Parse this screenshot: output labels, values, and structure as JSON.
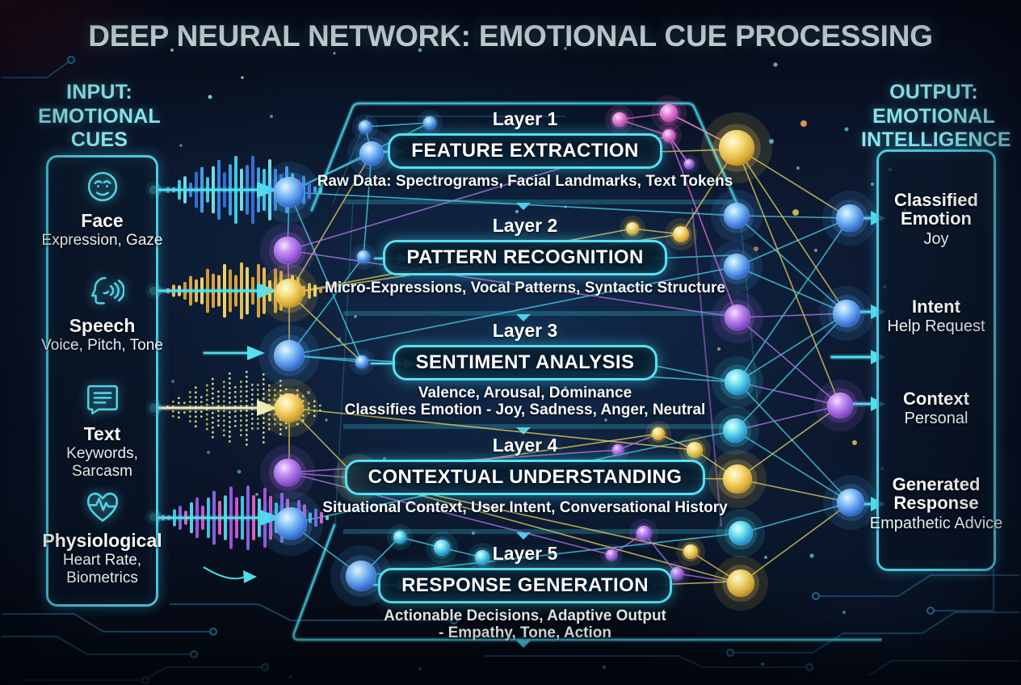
{
  "title": "DEEP NEURAL NETWORK: EMOTIONAL CUE PROCESSING",
  "input_panel": {
    "heading_lines": [
      "INPUT:",
      "EMOTIONAL",
      "CUES"
    ],
    "items": [
      {
        "icon": "face-icon",
        "label": "Face",
        "sub": "Expression, Gaze"
      },
      {
        "icon": "speech-icon",
        "label": "Speech",
        "sub": "Voice, Pitch, Tone"
      },
      {
        "icon": "text-icon",
        "label": "Text",
        "sub": "Keywords, Sarcasm"
      },
      {
        "icon": "physiological-icon",
        "label": "Physiological",
        "sub": "Heart Rate, Biometrics"
      }
    ]
  },
  "network": {
    "layers": [
      {
        "label": "Layer 1",
        "name": "FEATURE EXTRACTION",
        "desc": "Raw Data: Spectrograms, Facial Landmarks, Text Tokens",
        "desc2": ""
      },
      {
        "label": "Layer 2",
        "name": "PATTERN RECOGNITION",
        "desc": "Micro-Expressions, Vocal Patterns, Syntactic Structure",
        "desc2": ""
      },
      {
        "label": "Layer 3",
        "name": "SENTIMENT ANALYSIS",
        "desc": "Valence, Arousal, Dominance",
        "desc2": "Classifies Emotion - Joy, Sadness, Anger, Neutral"
      },
      {
        "label": "Layer 4",
        "name": "CONTEXTUAL UNDERSTANDING",
        "desc": "Situational Context, User Intent, Conversational History",
        "desc2": ""
      },
      {
        "label": "Layer 5",
        "name": "RESPONSE GENERATION",
        "desc": "Actionable Decisions, Adaptive Output",
        "desc2": "- Empathy, Tone, Action"
      }
    ]
  },
  "output_panel": {
    "heading_lines": [
      "OUTPUT:",
      "EMOTIONAL",
      "INTELLIGENCE"
    ],
    "items": [
      {
        "label": "Classified Emotion",
        "value": "Joy"
      },
      {
        "label": "Intent",
        "value": "Help Request"
      },
      {
        "label": "Context",
        "value": "Personal"
      },
      {
        "label": "Generated Response",
        "value": "Empathetic Advice"
      }
    ]
  },
  "colors": {
    "accent_cyan": "#4fd8ea",
    "heading_cyan": "#8de7ee",
    "node_blue": "#4da0f0",
    "node_yellow": "#f0cc50",
    "node_purple": "#a86ae6",
    "node_pink": "#ea6ad8",
    "node_cyan": "#46d4ea",
    "line_yellow": "#e6cf5e",
    "line_cyan": "#46d4ea",
    "line_purple": "#b276e8"
  }
}
